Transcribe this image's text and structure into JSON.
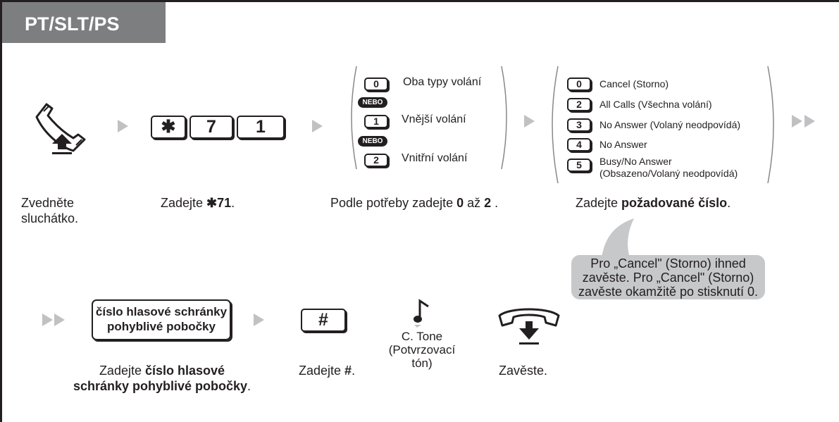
{
  "header": {
    "title": "PT/SLT/PS"
  },
  "icons": {
    "offhook": "handset-lift-icon",
    "onhook": "handset-hangup-icon",
    "tone": "music-note-icon"
  },
  "keys_step2": [
    "✱",
    "7",
    "1"
  ],
  "options_step3": {
    "items": [
      {
        "key": "0",
        "label": "Oba typy volání"
      },
      {
        "key": "1",
        "label": "Vnější volání"
      },
      {
        "key": "2",
        "label": "Vnitřní volání"
      }
    ],
    "or_label": "NEBO"
  },
  "options_step4": {
    "items": [
      {
        "key": "0",
        "label": "Cancel (Storno)"
      },
      {
        "key": "2",
        "label": "All Calls (Všechna volání)"
      },
      {
        "key": "3",
        "label": "No Answer (Volaný neodpovídá)"
      },
      {
        "key": "4",
        "label": "No Answer"
      },
      {
        "key": "5",
        "label": "Busy/No Answer",
        "label2": "(Obsazeno/Volaný neodpovídá)"
      }
    ]
  },
  "captions": {
    "step1_line1": "Zvedněte",
    "step1_line2": "sluchátko.",
    "step2_prefix": "Zadejte ",
    "step2_bold": "✱71",
    "step2_suffix": ".",
    "step3_prefix": "Podle potřeby zadejte ",
    "step3_bold1": "0",
    "step3_mid": " až ",
    "step3_bold2": "2",
    "step3_suffix": " .",
    "step4_prefix": "Zadejte ",
    "step4_bold": "požadované číslo",
    "step4_suffix": ".",
    "step5_prefix": "Zadejte ",
    "step5_bold1": "číslo hlasové",
    "step5_bold2": "schránky pohyblivé pobočky",
    "step5_suffix": ".",
    "step6_prefix": "Zadejte ",
    "step6_bold": "#",
    "step6_suffix": ".",
    "step7": "Zavěste."
  },
  "note": {
    "line1": "Pro „Cancel\" (Storno) ihned",
    "line2": "zavěste. Pro „Cancel\" (Storno)",
    "line3": "zavěste okamžitě po stisknutí 0."
  },
  "vm_box": {
    "line1": "číslo hlasové schránky",
    "line2": "pohyblivé pobočky"
  },
  "hash_key": "#",
  "tone": {
    "line1": "C. Tone",
    "line2": "(Potvrzovací",
    "line3": "tón)"
  },
  "colors": {
    "frame": "#231f20",
    "header_bg": "#7d7e80",
    "arrow": "#c0c1c3",
    "bubble": "#c7c8ca"
  }
}
